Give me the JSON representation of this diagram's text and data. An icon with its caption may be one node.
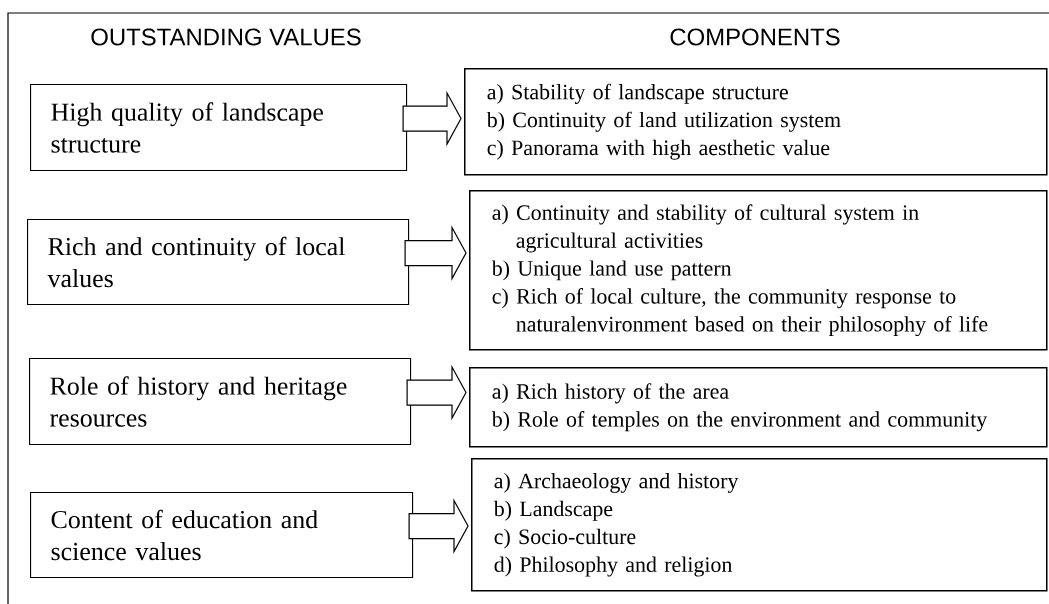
{
  "diagram": {
    "nodes": [
      {
        "text": [
          "High quality of landscape structure"
        ]
      },
      {
        "text": [
          "a) Stability of landscape structure",
          "b) Continuity of land utilization system",
          "c) Panorama with high aesthetic value"
        ]
      },
      {
        "text": [
          "Rich and continuity of local values"
        ]
      },
      {
        "text": [
          "a) Continuity and stability of cultural system in agricultural activities",
          "b) Unique land use pattern",
          "c) Rich of local culture, the community response to naturalenvironment based on their philosophy of life"
        ]
      },
      {
        "text": [
          "Role of history and heritage resources"
        ]
      },
      {
        "text": [
          "a) Rich history of the area",
          "b) Role of temples on the environment and community"
        ]
      },
      {
        "text": [
          "Content of education and science values"
        ]
      },
      {
        "text": [
          "a) Archaeology and history",
          "b) Landscape",
          "c) Socio-culture",
          "d) Philosophy and religion"
        ]
      }
    ],
    "edges": [
      {
        "from": 0,
        "to": 1,
        "arrow": "to"
      },
      {
        "from": 2,
        "to": 3,
        "arrow": "to"
      },
      {
        "from": 4,
        "to": 5,
        "arrow": "to"
      },
      {
        "from": 6,
        "to": 7,
        "arrow": "to"
      }
    ],
    "labels": [
      "OUTSTANDING VALUES",
      "COMPONENTS"
    ]
  }
}
